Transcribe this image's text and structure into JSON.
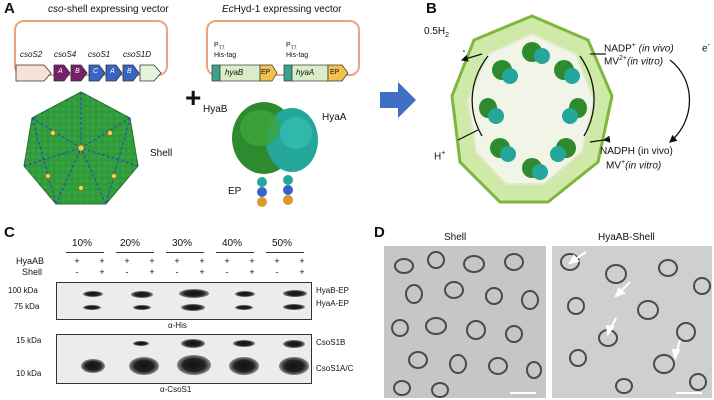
{
  "panels": {
    "a": "A",
    "b": "B",
    "c": "C",
    "d": "D"
  },
  "panel_a": {
    "vector1_title_italic": "cso",
    "vector1_title_rest": "-shell expressing vector",
    "vector2_title_italic": "Ec",
    "vector2_title_rest": "Hyd-1 expressing vector",
    "genes_top": [
      "csoS2",
      "csoS4",
      "csoS1",
      "csoS1D"
    ],
    "gene_letters": [
      "A",
      "B",
      "C",
      "A",
      "B"
    ],
    "promoter": "P",
    "promoter_sub": "T7",
    "his_tag": "His-tag",
    "hyaB": "hyaB",
    "hyaA": "hyaA",
    "ep": "EP",
    "plus": "+",
    "shell_label": "Shell",
    "hyab_label": "HyaB",
    "hyaa_label": "HyaA",
    "ep_label": "EP"
  },
  "panel_b": {
    "h2": "0.5H",
    "h2_sub": "2",
    "h_plus": "H",
    "h_plus_sup": "+",
    "nadp_line1": "NADP",
    "nadp_line1_sup": "+",
    "nadp_line1_tail": " (in vivo)",
    "mv_line1": "MV",
    "mv_line1_sup": "2+",
    "mv_line1_tail": "(in vitro)",
    "nadph_line": "NADPH (in vivo)",
    "mv_line2": "MV",
    "mv_line2_sup": "+",
    "mv_line2_tail": "(in vitro)",
    "electron": "e",
    "electron_sup": "-"
  },
  "panel_c": {
    "percentages": [
      "10%",
      "20%",
      "30%",
      "40%",
      "50%"
    ],
    "row_hyaab": "HyaAB",
    "row_shell": "Shell",
    "hyaab_signs": [
      "+",
      "+",
      "+",
      "+",
      "+",
      "+",
      "+",
      "+",
      "+",
      "+"
    ],
    "shell_signs": [
      "-",
      "+",
      "-",
      "+",
      "-",
      "+",
      "-",
      "+",
      "-",
      "+"
    ],
    "marker_100": "100 kDa",
    "marker_75": "75 kDa",
    "marker_15": "15 kDa",
    "marker_10": "10 kDa",
    "band_hyab": "HyaB-EP",
    "band_hyaa": "HyaA-EP",
    "band_csos1b": "CsoS1B",
    "band_csos1ac": "CsoS1A/C",
    "antibody_his": "α-His",
    "antibody_csos1": "α-CsoS1"
  },
  "panel_d": {
    "title_left": "Shell",
    "title_right": "HyaAB-Shell"
  },
  "colors": {
    "vector_outline": "#e8a57f",
    "arrow_blue": "#3f6fc4",
    "shell_green": "#2e9e3a",
    "protein_green": "#2c7a2c",
    "protein_teal": "#2aa39a"
  }
}
